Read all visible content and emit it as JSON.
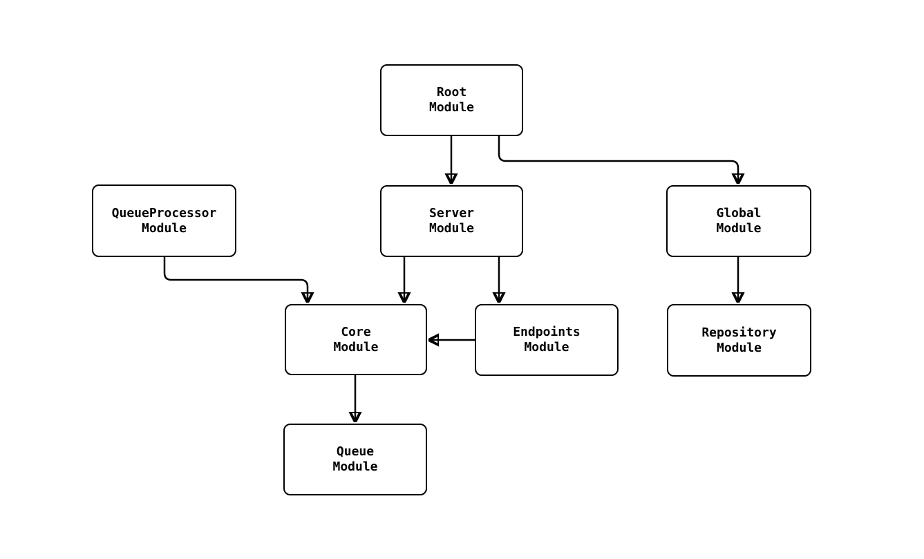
{
  "diagram": {
    "background_color": "#ffffff",
    "line_color": "#000000",
    "node_fill_color": "#ffffff",
    "nodes": {
      "root": {
        "label": "Root\nModule"
      },
      "queueprocessor": {
        "label": "QueueProcessor\nModule"
      },
      "server": {
        "label": "Server\nModule"
      },
      "global": {
        "label": "Global\nModule"
      },
      "core": {
        "label": "Core\nModule"
      },
      "endpoints": {
        "label": "Endpoints\nModule"
      },
      "repository": {
        "label": "Repository\nModule"
      },
      "queue": {
        "label": "Queue\nModule"
      }
    },
    "edges": [
      {
        "from": "Root Module",
        "to": "Server Module"
      },
      {
        "from": "Root Module",
        "to": "Global Module"
      },
      {
        "from": "QueueProcessor Module",
        "to": "Core Module"
      },
      {
        "from": "Server Module",
        "to": "Core Module"
      },
      {
        "from": "Server Module",
        "to": "Endpoints Module"
      },
      {
        "from": "Endpoints Module",
        "to": "Core Module"
      },
      {
        "from": "Global Module",
        "to": "Repository Module"
      },
      {
        "from": "Core Module",
        "to": "Queue Module"
      }
    ]
  }
}
